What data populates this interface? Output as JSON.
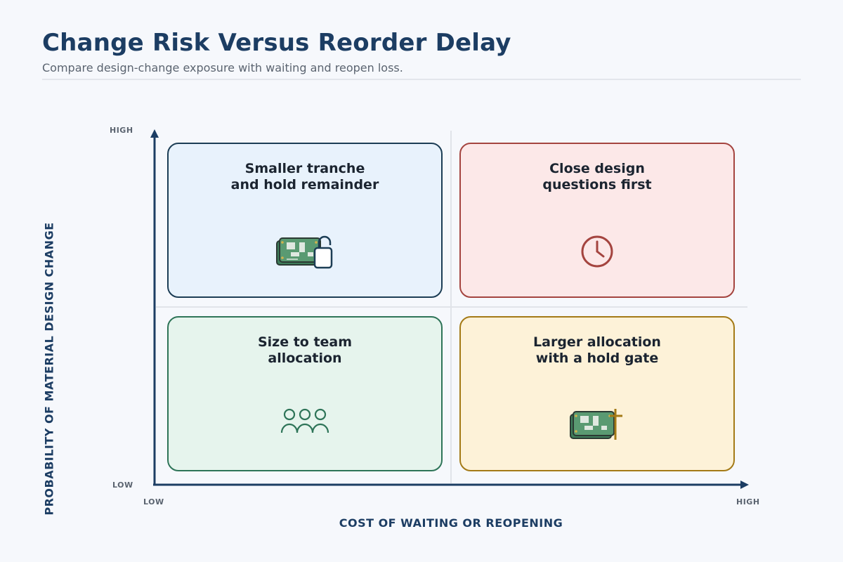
{
  "header": {
    "title": "Change Risk Versus Reorder Delay",
    "subtitle": "Compare design-change exposure with waiting and reopen loss."
  },
  "axes": {
    "y": {
      "title": "PROBABILITY OF MATERIAL DESIGN CHANGE",
      "high": "HIGH",
      "low": "LOW"
    },
    "x": {
      "title": "COST OF WAITING OR REOPENING",
      "low": "LOW",
      "high": "HIGH"
    }
  },
  "quadrants": {
    "top_left": {
      "line1": "Smaller tranche",
      "line2": "and hold remainder",
      "icon": "circuit-board-lock-icon",
      "color": "#1c3d55"
    },
    "top_right": {
      "line1": "Close design",
      "line2": "questions first",
      "icon": "clock-icon",
      "color": "#a4443f"
    },
    "bottom_left": {
      "line1": "Size to team",
      "line2": "allocation",
      "icon": "team-icon",
      "color": "#2e7458"
    },
    "bottom_right": {
      "line1": "Larger allocation",
      "line2": "with a hold gate",
      "icon": "circuit-board-gate-icon",
      "color": "#a47a16"
    }
  }
}
